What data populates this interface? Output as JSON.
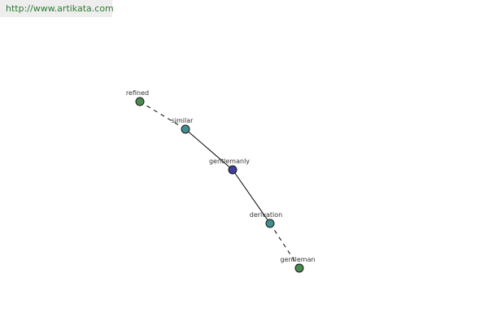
{
  "source": {
    "url_text": "http://www.artikata.com"
  },
  "graph": {
    "nodes": [
      {
        "id": "refined",
        "label": "refined",
        "color": "#4a8a4f"
      },
      {
        "id": "similar",
        "label": "similar",
        "color": "#3f8f8f"
      },
      {
        "id": "gentlemanly",
        "label": "gentlemanly",
        "color": "#3d3f9b"
      },
      {
        "id": "derivation",
        "label": "derivation",
        "color": "#3f8f8f"
      },
      {
        "id": "gentleman",
        "label": "gentleman",
        "color": "#4a8a4f"
      }
    ],
    "edges": [
      {
        "from": "refined",
        "to": "similar",
        "style": "dashed"
      },
      {
        "from": "similar",
        "to": "gentlemanly",
        "style": "solid"
      },
      {
        "from": "gentlemanly",
        "to": "derivation",
        "style": "solid"
      },
      {
        "from": "derivation",
        "to": "gentleman",
        "style": "dashed"
      }
    ]
  }
}
